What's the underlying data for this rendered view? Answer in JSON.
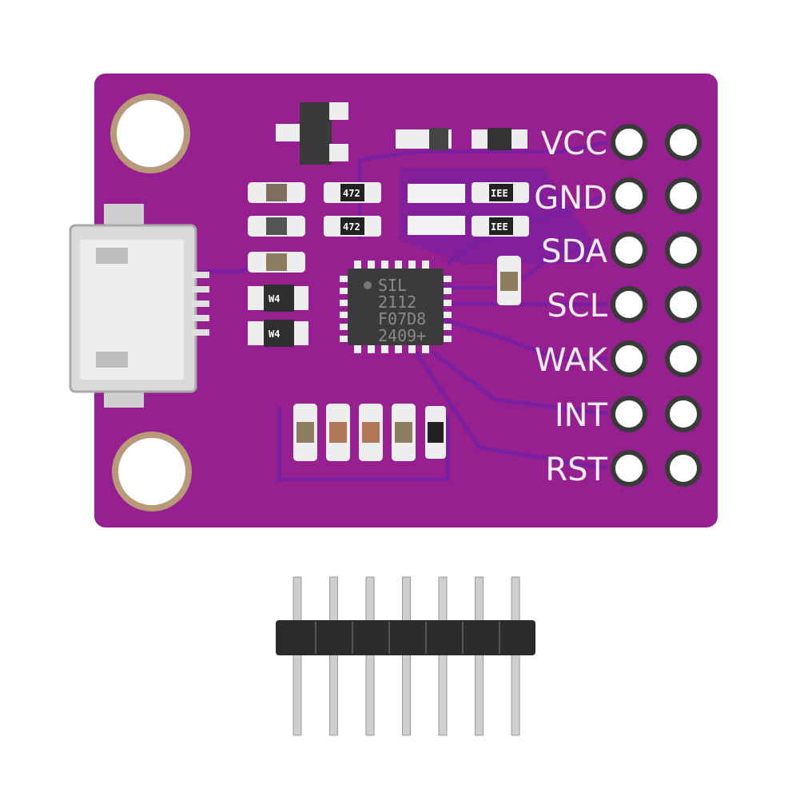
{
  "board": {
    "color": "#96208f",
    "trace_color": "#7a1fa0",
    "pin_labels": [
      "VCC",
      "GND",
      "SDA",
      "SCL",
      "WAK",
      "INT",
      "RST"
    ],
    "chip_lines": [
      "SIL",
      "2112",
      "F07D8",
      "2409+"
    ],
    "resistor_marks": [
      "472",
      "472",
      "IEE",
      "IEE"
    ],
    "diode_marks": [
      "W4",
      "W4"
    ]
  },
  "header": {
    "pin_count": 7
  }
}
